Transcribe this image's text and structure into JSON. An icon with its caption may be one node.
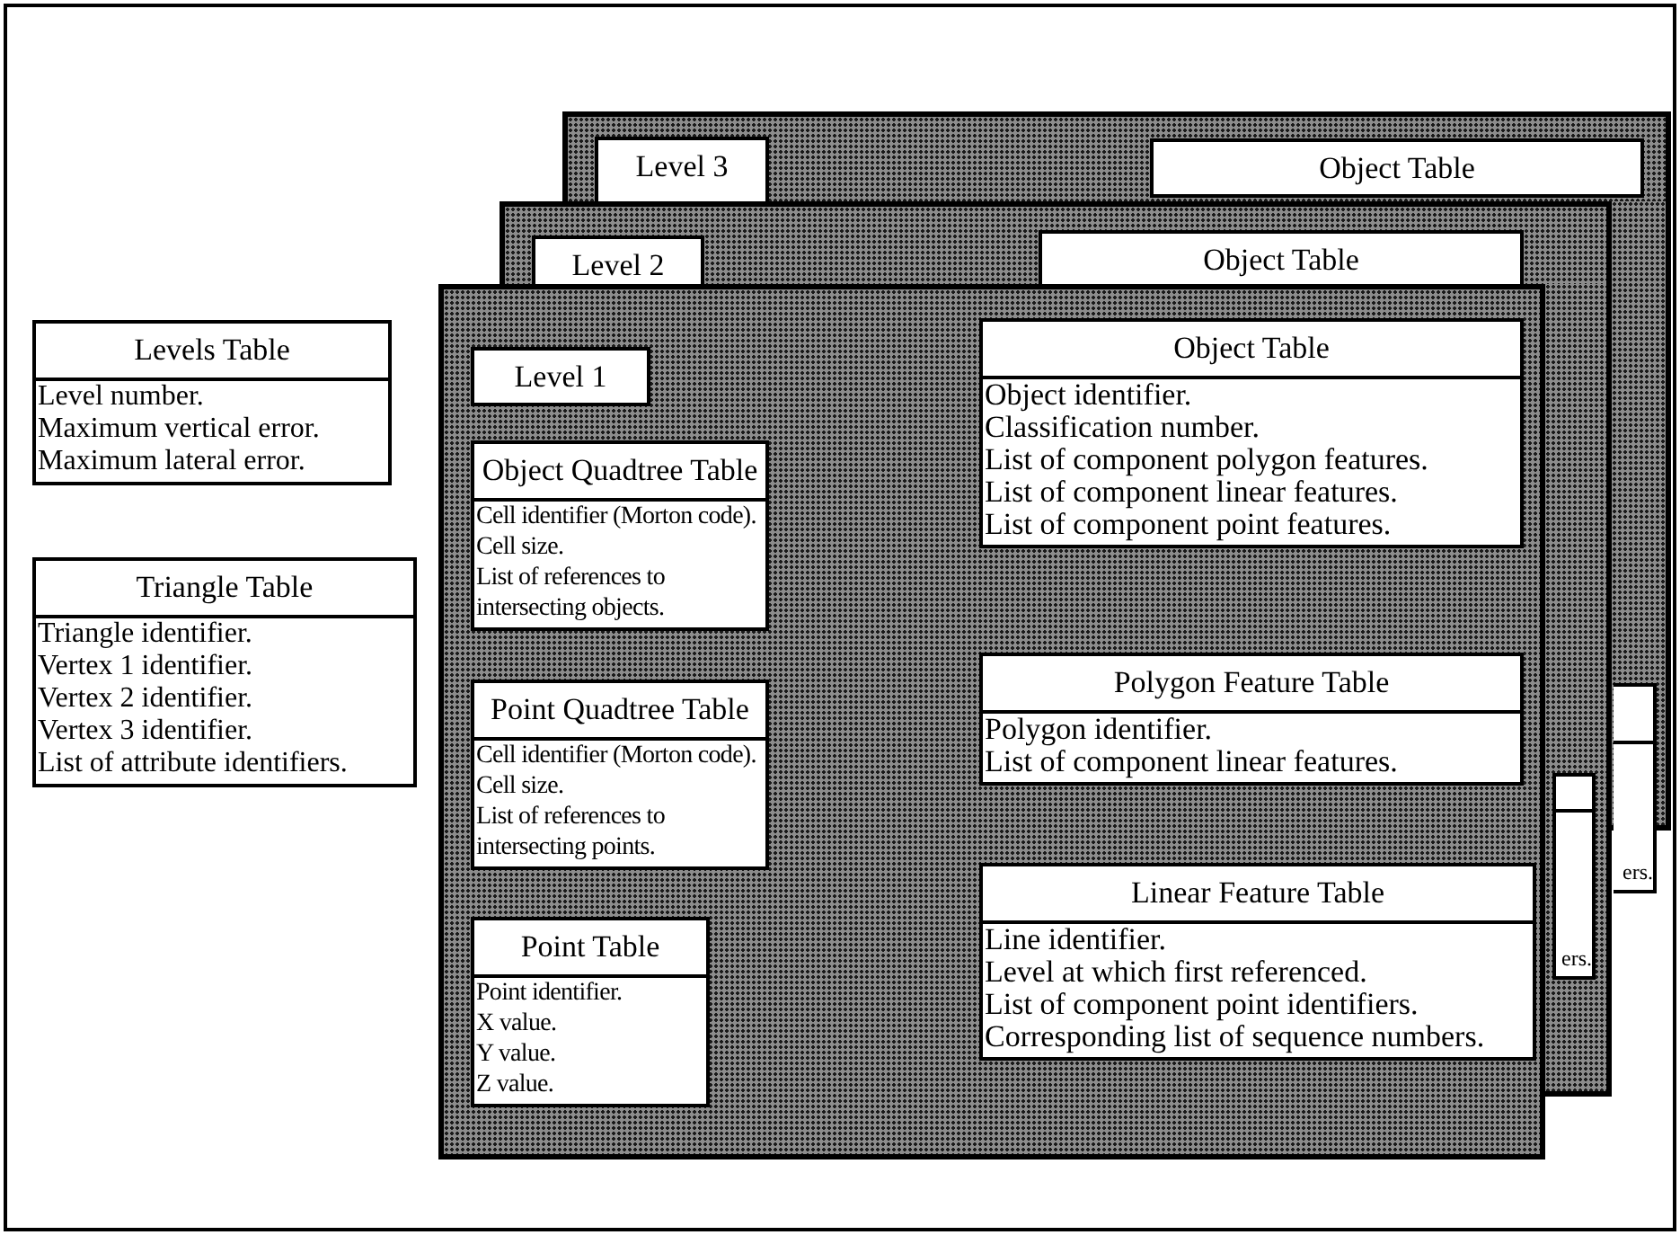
{
  "diagram": {
    "nodes": [
      {
        "text": [
          "Levels Table",
          "Level number.",
          "Maximum vertical error.",
          "Maximum lateral error."
        ]
      },
      {
        "text": [
          "Triangle Table",
          "Triangle identifier.",
          "Vertex 1 identifier.",
          "Vertex 2 identifier.",
          "Vertex 3 identifier.",
          "List of attribute identifiers."
        ]
      },
      {
        "text": [],
        "shape": "box"
      },
      {
        "text": [
          "Level 3"
        ],
        "in": 2
      },
      {
        "text": [
          "Object Table"
        ],
        "in": 2
      },
      {
        "text": [
          "ers."
        ]
      },
      {
        "text": [],
        "shape": "box"
      },
      {
        "text": [
          "Level 2"
        ],
        "in": 6
      },
      {
        "text": [
          "Object Table"
        ],
        "in": 6
      },
      {
        "text": [
          "ers."
        ]
      },
      {
        "text": [],
        "shape": "box"
      },
      {
        "text": [
          "Level 1"
        ],
        "in": 10
      },
      {
        "text": [
          "Object Quadtree Table",
          "Cell identifier (Morton code).",
          "Cell size.",
          "List of references to intersecting objects."
        ],
        "in": 10
      },
      {
        "text": [
          "Point Quadtree Table",
          "Cell identifier (Morton code).",
          "Cell size.",
          "List of references to intersecting points."
        ],
        "in": 10
      },
      {
        "text": [
          "Point Table",
          "Point identifier.",
          "X value.",
          "Y value.",
          "Z value."
        ],
        "in": 10
      },
      {
        "text": [
          "Object Table",
          "Object identifier.",
          "Classification number.",
          "List of component polygon features.",
          "List of component linear features.",
          "List of component point features."
        ],
        "in": 10
      },
      {
        "text": [
          "Polygon Feature Table",
          "Polygon identifier.",
          "List of component linear features."
        ],
        "in": 10
      },
      {
        "text": [
          "Linear Feature Table",
          "Line identifier.",
          "Level at which first referenced.",
          "List of component point identifiers.",
          "Corresponding list of sequence numbers."
        ],
        "in": 10
      }
    ]
  }
}
